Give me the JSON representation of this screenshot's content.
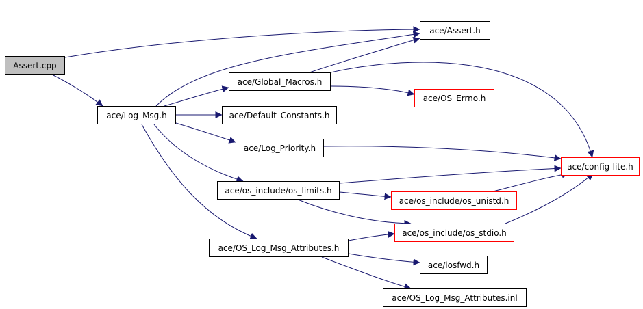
{
  "graph": {
    "edge_color": "#191970",
    "root_fill": "#bfbfbf",
    "truncated_border_color": "#ff0000",
    "nodes": {
      "assert_cpp": "Assert.cpp",
      "log_msg_h": "ace/Log_Msg.h",
      "assert_h": "ace/Assert.h",
      "global_macros_h": "ace/Global_Macros.h",
      "default_constants_h": "ace/Default_Constants.h",
      "log_priority_h": "ace/Log_Priority.h",
      "os_limits_h": "ace/os_include/os_limits.h",
      "os_log_msg_attributes_h": "ace/OS_Log_Msg_Attributes.h",
      "os_errno_h": "ace/OS_Errno.h",
      "config_lite_h": "ace/config-lite.h",
      "os_unistd_h": "ace/os_include/os_unistd.h",
      "os_stdio_h": "ace/os_include/os_stdio.h",
      "iosfwd_h": "ace/iosfwd.h",
      "os_log_msg_attributes_inl": "ace/OS_Log_Msg_Attributes.inl"
    },
    "edges": [
      [
        "assert_cpp",
        "assert_h"
      ],
      [
        "assert_cpp",
        "log_msg_h"
      ],
      [
        "log_msg_h",
        "assert_h"
      ],
      [
        "log_msg_h",
        "global_macros_h"
      ],
      [
        "log_msg_h",
        "default_constants_h"
      ],
      [
        "log_msg_h",
        "log_priority_h"
      ],
      [
        "log_msg_h",
        "os_limits_h"
      ],
      [
        "log_msg_h",
        "os_log_msg_attributes_h"
      ],
      [
        "global_macros_h",
        "assert_h"
      ],
      [
        "global_macros_h",
        "os_errno_h"
      ],
      [
        "global_macros_h",
        "config_lite_h"
      ],
      [
        "log_priority_h",
        "config_lite_h"
      ],
      [
        "os_limits_h",
        "config_lite_h"
      ],
      [
        "os_limits_h",
        "os_unistd_h"
      ],
      [
        "os_limits_h",
        "os_stdio_h"
      ],
      [
        "os_unistd_h",
        "config_lite_h"
      ],
      [
        "os_stdio_h",
        "config_lite_h"
      ],
      [
        "os_log_msg_attributes_h",
        "os_stdio_h"
      ],
      [
        "os_log_msg_attributes_h",
        "iosfwd_h"
      ],
      [
        "os_log_msg_attributes_h",
        "os_log_msg_attributes_inl"
      ]
    ]
  }
}
